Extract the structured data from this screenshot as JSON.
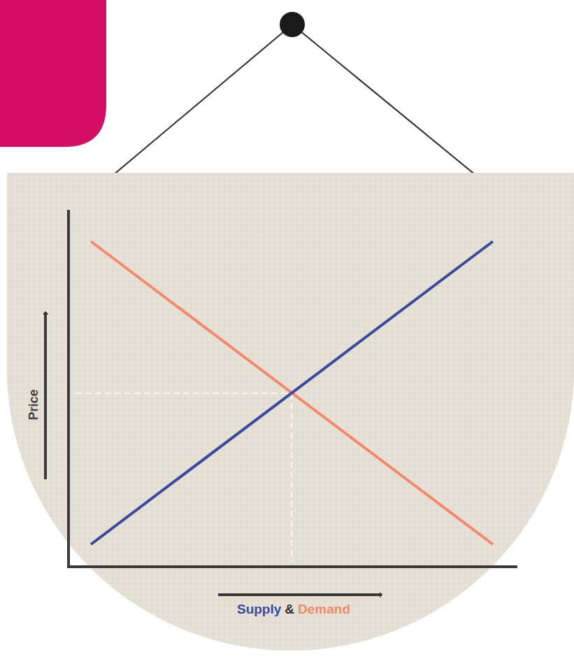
{
  "diagram": {
    "labels": [
      "Price",
      "Supply",
      "&",
      "Demand"
    ]
  }
}
